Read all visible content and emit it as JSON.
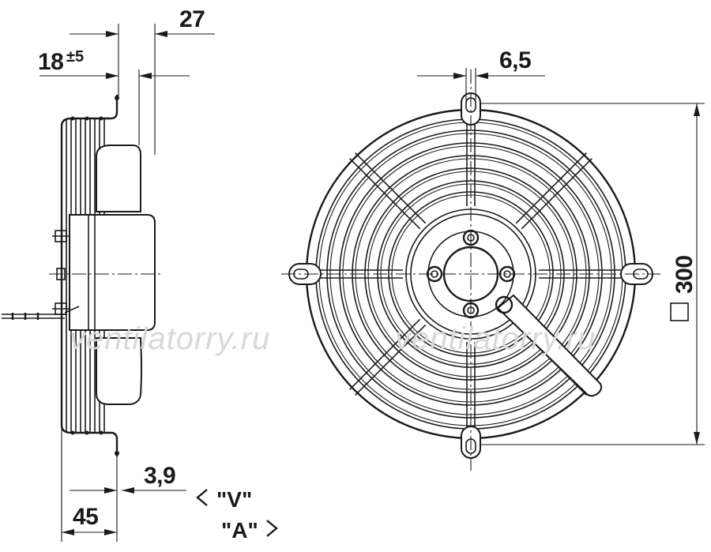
{
  "side_view": {
    "dim_27": "27",
    "dim_18": "18",
    "dim_18_tol": "±5",
    "dim_3_9": "3,9",
    "dim_45": "45",
    "watermark": "ventilatorry.ru"
  },
  "front_view": {
    "dim_6_5": "6,5",
    "dim_300": "300",
    "watermark": "ventilatorry.ru"
  },
  "view_labels": {
    "v_label": "\"V\"",
    "a_label": "\"A\""
  }
}
